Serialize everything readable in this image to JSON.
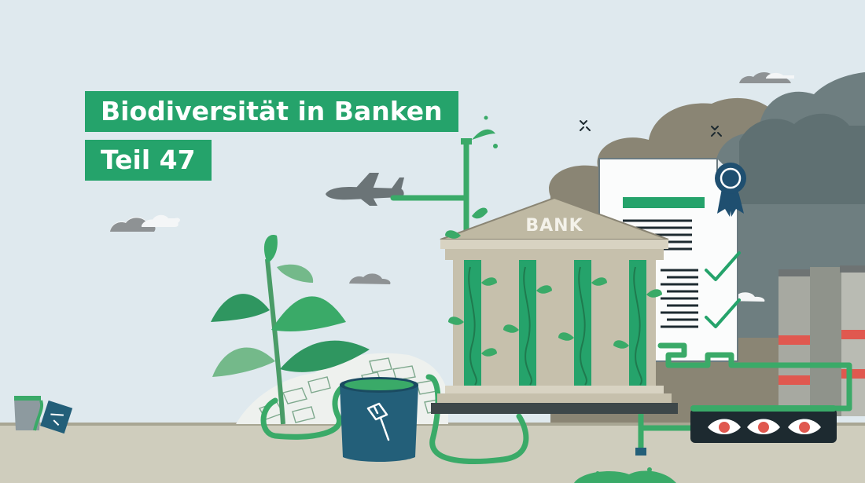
{
  "title": {
    "line1": "Biodiversität in Banken",
    "line2": "Teil 47"
  },
  "bank": {
    "label": "BANK"
  },
  "colors": {
    "sky": "#dfe9ee",
    "ground": "#cfcdbd",
    "accent_green": "#25a36b",
    "vine_green": "#3aaa68",
    "smoke_dark": "#6e7e80",
    "smoke_brown": "#8a8574",
    "bank_stone": "#c6c0ac",
    "bucket_blue": "#235f79",
    "seal_navy": "#1f4f70",
    "eye_red": "#e0584f"
  },
  "icons": [
    "airplane-icon",
    "cloud-icon",
    "certificate-icon",
    "seal-ribbon-icon",
    "checkmark-icon",
    "paint-bucket-icon",
    "paint-brush-icon",
    "eye-icon",
    "sparkle-icon",
    "factory-chimney-icon",
    "plant-icon",
    "money-pile-icon"
  ]
}
